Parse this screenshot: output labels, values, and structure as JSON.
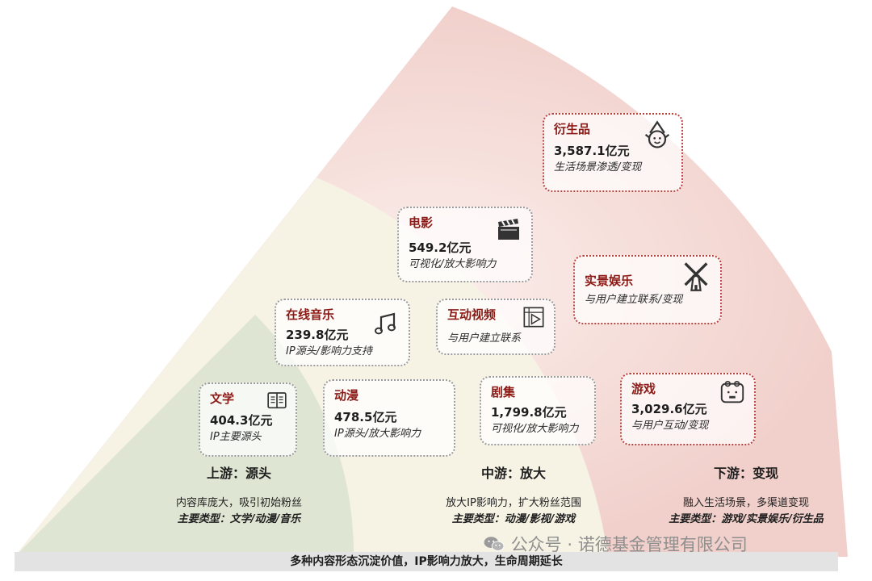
{
  "cards": {
    "literature": {
      "label": "文学",
      "value": "404.3亿元",
      "caption": "IP主要源头",
      "icon": "book-icon"
    },
    "animation": {
      "label": "动漫",
      "value": "478.5亿元",
      "caption": "IP源头/放大影响力"
    },
    "music": {
      "label": "在线音乐",
      "value": "239.8亿元",
      "caption": "IP源头/影响力支持",
      "icon": "music-note-icon"
    },
    "film": {
      "label": "电影",
      "value": "549.2亿元",
      "caption": "可视化/放大影响力",
      "icon": "clapperboard-icon"
    },
    "interactive": {
      "label": "互动视频",
      "caption": "与用户建立联系",
      "icon": "video-play-icon"
    },
    "drama": {
      "label": "剧集",
      "value": "1,799.8亿元",
      "caption": "可视化/放大影响力"
    },
    "merch": {
      "label": "衍生品",
      "value": "3,587.1亿元",
      "caption": "生活场景渗透/变现",
      "icon": "elf-character-icon"
    },
    "live": {
      "label": "实景娱乐",
      "caption": "与用户建立联系/变现",
      "icon": "windmill-icon"
    },
    "games": {
      "label": "游戏",
      "value": "3,029.6亿元",
      "caption": "与用户互动/变现",
      "icon": "game-console-icon"
    }
  },
  "stages": [
    {
      "heading": "上游：源头",
      "desc": "内容库庞大，吸引初始粉丝",
      "types": "主要类型：文学/动漫/音乐"
    },
    {
      "heading": "中游：放大",
      "desc": "放大IP影响力，扩大粉丝范围",
      "types": "主要类型：动漫/影视/游戏"
    },
    {
      "heading": "下游：变现",
      "desc": "融入生活场景，多渠道变现",
      "types": "主要类型：游戏/实景娱乐/衍生品"
    }
  ],
  "footer": "多种内容形态沉淀价值，IP影响力放大，生命周期延长",
  "watermark": {
    "icon": "wechat-icon",
    "text": "公众号 · 诺德基金管理有限公司"
  },
  "colors": {
    "upstream": "#dfe5d3",
    "midstream": "#f6f2e4",
    "downstream": "#f4dcd8",
    "label": "#8b1a16",
    "border_pink": "#b8413b"
  }
}
